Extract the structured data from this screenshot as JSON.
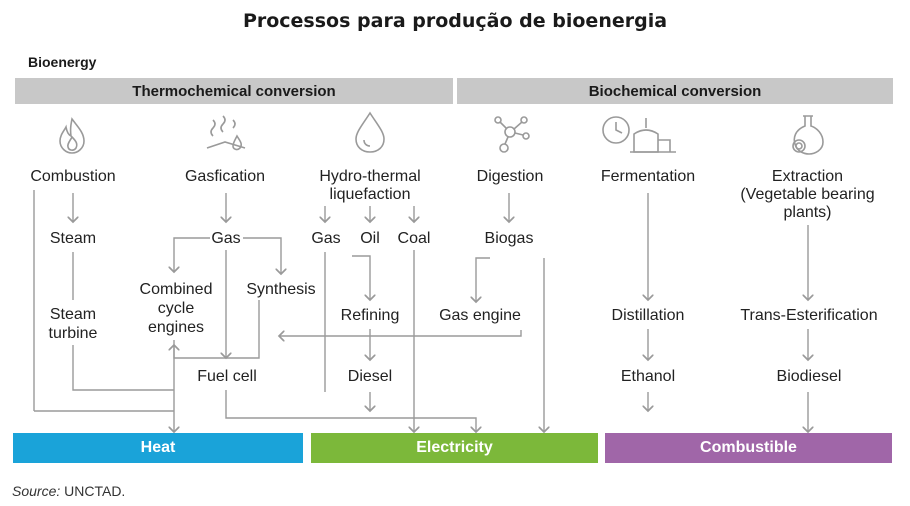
{
  "title": "Processos para produção de bioenergia",
  "section_label": "Bioenergy",
  "groups": {
    "thermo": "Thermochemical conversion",
    "bio": "Biochemical conversion"
  },
  "icons": {
    "combustion": "flame-icon",
    "gasification": "gas-vapor-icon",
    "hydro": "water-drop-icon",
    "digestion": "molecule-icon",
    "fermentation": "fermentation-tank-icon",
    "extraction": "flask-flower-icon"
  },
  "processes": {
    "combustion": "Combustion",
    "gasification": "Gasfication",
    "hydro_1": "Hydro-thermal",
    "hydro_2": "liquefaction",
    "digestion": "Digestion",
    "fermentation": "Fermentation",
    "extraction_1": "Extraction",
    "extraction_2": "(Vegetable bearing",
    "extraction_3": "plants)"
  },
  "intermediates": {
    "steam": "Steam",
    "gas": "Gas",
    "hydro_gas": "Gas",
    "oil": "Oil",
    "coal": "Coal",
    "biogas": "Biogas",
    "steam_turbine_1": "Steam",
    "steam_turbine_2": "turbine",
    "combined_1": "Combined",
    "combined_2": "cycle",
    "combined_3": "engines",
    "synthesis": "Synthesis",
    "refining": "Refining",
    "gas_engine": "Gas engine",
    "distillation": "Distillation",
    "trans_ester": "Trans-Esterification",
    "fuel_cell": "Fuel cell",
    "diesel": "Diesel",
    "ethanol": "Ethanol",
    "biodiesel": "Biodiesel"
  },
  "outputs": {
    "heat": "Heat",
    "electricity": "Electricity",
    "combustible": "Combustible"
  },
  "colors": {
    "heat": "#1aa3d9",
    "electricity": "#7cb83a",
    "combustible": "#a066a8",
    "band": "#c8c8c8"
  },
  "source_prefix": "Source:",
  "source_value": "UNCTAD."
}
